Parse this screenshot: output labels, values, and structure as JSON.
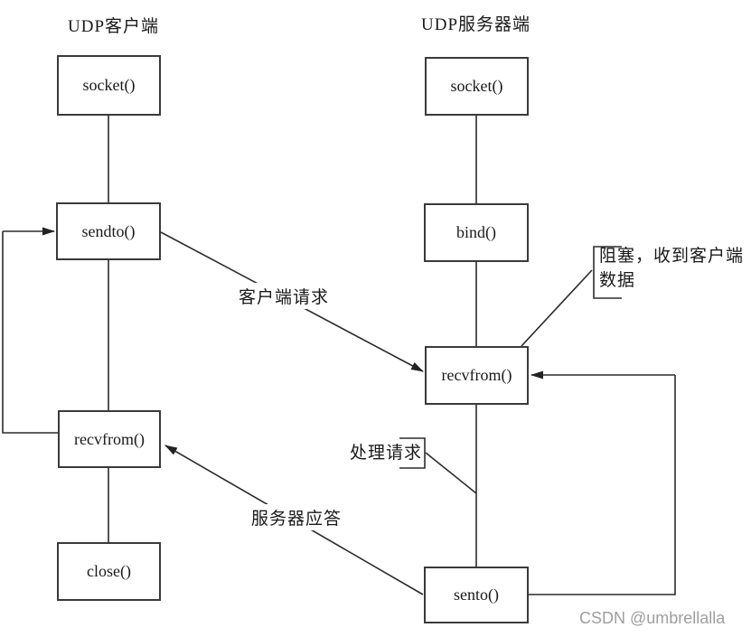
{
  "diagram": {
    "client": {
      "title": "UDP客户端",
      "boxes": [
        {
          "label": "socket()"
        },
        {
          "label": "sendto()"
        },
        {
          "label": "recvfrom()"
        },
        {
          "label": "close()"
        }
      ]
    },
    "server": {
      "title": "UDP服务器端",
      "boxes": [
        {
          "label": "socket()"
        },
        {
          "label": "bind()"
        },
        {
          "label": "recvfrom()"
        },
        {
          "label": "sento()"
        }
      ]
    },
    "edge_labels": {
      "client_request": "客户端请求",
      "server_reply": "服务器应答"
    },
    "annotations": {
      "blocking": {
        "line1": "阻塞，收到客户端",
        "line2": "数据"
      },
      "process_request": "处理请求"
    },
    "colors": {
      "line": "#2b2b2b",
      "box_border": "#3a3a3a",
      "text": "#1a1a1a",
      "watermark": "#9e9ea0"
    }
  },
  "watermark": "CSDN @umbrellalla"
}
